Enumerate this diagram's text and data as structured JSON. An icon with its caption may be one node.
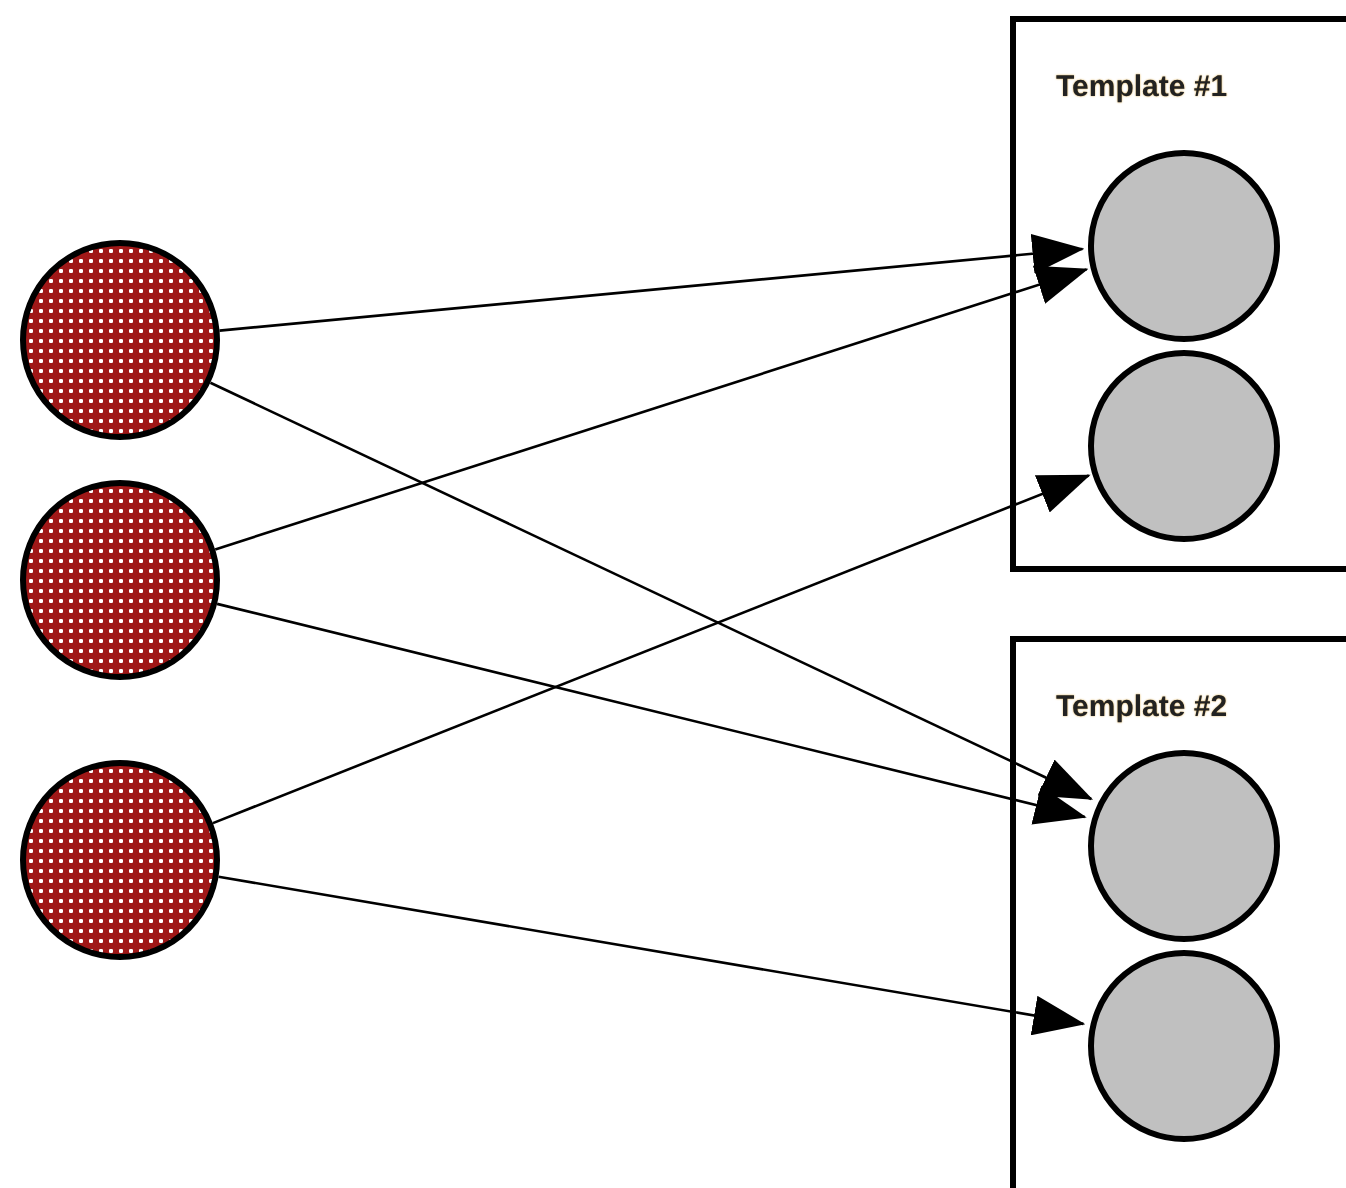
{
  "diagram": {
    "nodes": [
      {
        "text": [],
        "shape": "circle"
      },
      {
        "text": [],
        "shape": "circle"
      },
      {
        "text": [],
        "shape": "circle"
      },
      {
        "text": [
          "Template #1"
        ]
      },
      {
        "text": [],
        "shape": "circle",
        "in": 3
      },
      {
        "text": [],
        "shape": "circle",
        "in": 3
      },
      {
        "text": [
          "Template #2"
        ]
      },
      {
        "text": [],
        "shape": "circle",
        "in": 6
      },
      {
        "text": [],
        "shape": "circle",
        "in": 6
      }
    ],
    "edges": [
      {
        "from": 0,
        "to": 4,
        "arrow": "to"
      },
      {
        "from": 0,
        "to": 7,
        "arrow": "to"
      },
      {
        "from": 1,
        "to": 4,
        "arrow": "to"
      },
      {
        "from": 1,
        "to": 7,
        "arrow": "to"
      },
      {
        "from": 2,
        "to": 5,
        "arrow": "to"
      },
      {
        "from": 2,
        "to": 8,
        "arrow": "to"
      }
    ]
  }
}
